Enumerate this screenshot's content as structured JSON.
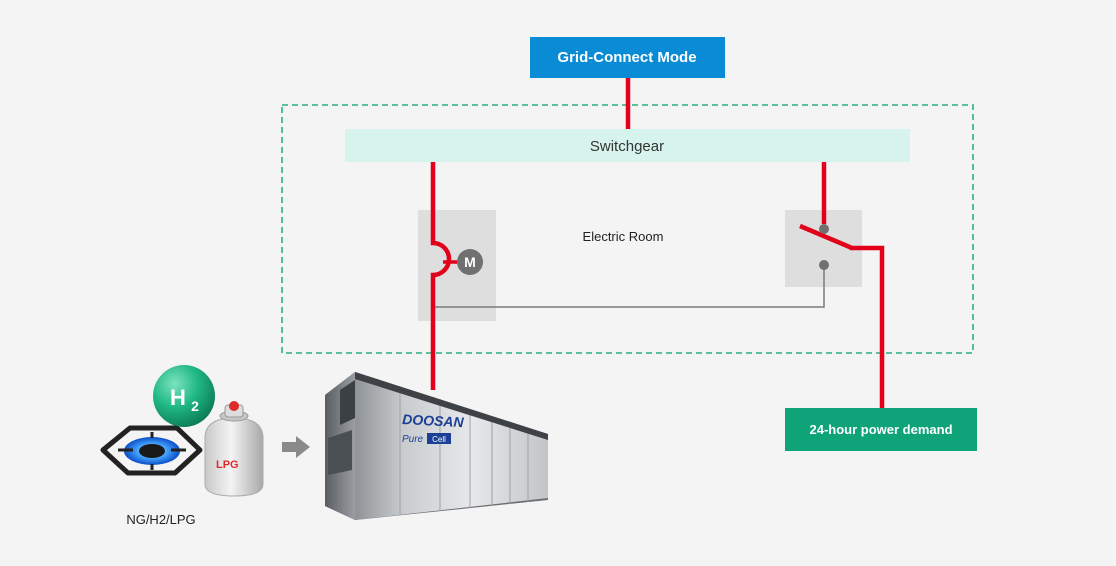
{
  "header": {
    "mode_label": "Grid-Connect Mode"
  },
  "switchgear": {
    "label": "Switchgear"
  },
  "electric_room": {
    "label": "Electric Room"
  },
  "motor": {
    "label": "M"
  },
  "demand": {
    "label": "24-hour power demand"
  },
  "fuel": {
    "label": "NG/H2/LPG",
    "h2_badge": "H",
    "h2_subscript": "2",
    "tank_text": "LPG"
  },
  "fuel_cell": {
    "brand": "DOOSAN",
    "product_prefix": "Pure",
    "product_suffix": "Cell"
  },
  "colors": {
    "background": "#f4f4f4",
    "mode_box": "#0a8bd6",
    "demand_box": "#0fa37a",
    "switchgear_fill": "#d6f4ec",
    "power_line": "#e3001b",
    "dashed_border": "#27b07e",
    "equipment_box": "#dedede",
    "motor_circle": "#707070",
    "h2_ball": "#20b886",
    "brand_blue": "#1c3f96"
  },
  "icons": {
    "motor": "motor-icon",
    "breaker": "breaker-switch-icon",
    "stove": "gas-stove-icon",
    "tank": "lpg-tank-icon",
    "h2": "hydrogen-icon",
    "arrow": "arrow-right-icon",
    "fuel_cell": "fuel-cell-unit-icon"
  }
}
